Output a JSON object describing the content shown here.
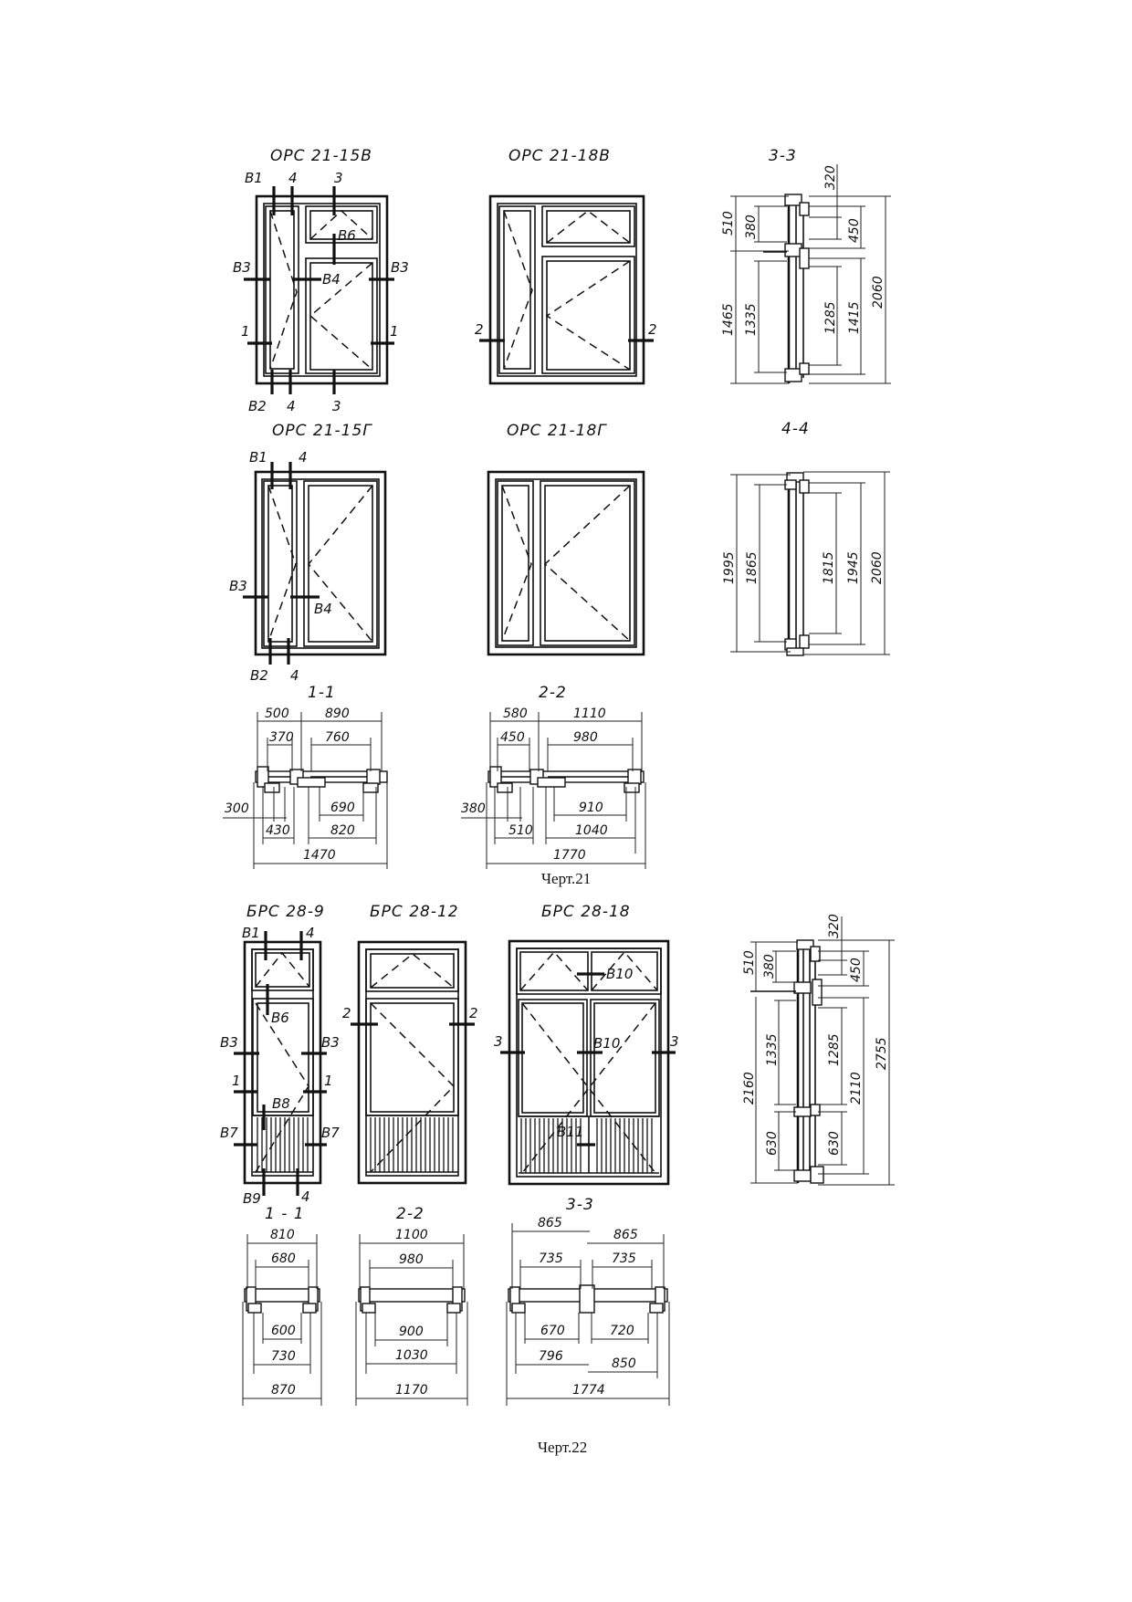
{
  "figure21": {
    "caption": "Черт.21",
    "windows": [
      {
        "id": "ops21_15v",
        "title": "ОРС 21-15В",
        "marks": [
          "В1",
          "4",
          "3",
          "В6",
          "В3",
          "В4",
          "В3",
          "1",
          "1",
          "В2",
          "4",
          "3"
        ]
      },
      {
        "id": "ops21_18v",
        "title": "ОРС 21-18В",
        "marks": [
          "2",
          "2"
        ]
      },
      {
        "id": "ops21_15g",
        "title": "ОРС 21-15Г",
        "marks": [
          "В1",
          "4",
          "В3",
          "В4",
          "В2",
          "4"
        ]
      },
      {
        "id": "ops21_18g",
        "title": "ОРС 21-18Г",
        "marks": []
      }
    ],
    "sections": {
      "s33": {
        "title": "3-3",
        "dims": {
          "d510": "510",
          "d380": "380",
          "d1465": "1465",
          "d1335": "1335",
          "d320": "320",
          "d450": "450",
          "d1285": "1285",
          "d1415": "1415",
          "d2060": "2060"
        }
      },
      "s44": {
        "title": "4-4",
        "dims": {
          "d1995": "1995",
          "d1865": "1865",
          "d1815": "1815",
          "d1945": "1945",
          "d2060": "2060"
        }
      },
      "s11": {
        "title": "1-1",
        "dims": {
          "d500": "500",
          "d890": "890",
          "d370": "370",
          "d760": "760",
          "d300": "300",
          "d690": "690",
          "d430": "430",
          "d820": "820",
          "d1470": "1470"
        }
      },
      "s22": {
        "title": "2-2",
        "dims": {
          "d580": "580",
          "d1110": "1110",
          "d450": "450",
          "d980": "980",
          "d380": "380",
          "d910": "910",
          "d510": "510",
          "d1040": "1040",
          "d1770": "1770"
        }
      }
    }
  },
  "figure22": {
    "caption": "Черт.22",
    "windows": [
      {
        "id": "brs28_9",
        "title": "БРС 28-9",
        "marks": [
          "В1",
          "4",
          "В6",
          "В3",
          "В3",
          "1",
          "1",
          "В8",
          "В7",
          "В7",
          "В9",
          "4"
        ]
      },
      {
        "id": "brs28_12",
        "title": "БРС 28-12",
        "marks": [
          "2",
          "2"
        ]
      },
      {
        "id": "brs28_18",
        "title": "БРС 28-18",
        "marks": [
          "В10",
          "3",
          "В10",
          "3",
          "В11"
        ]
      }
    ],
    "sections": {
      "vert": {
        "dims": {
          "d510": "510",
          "d380": "380",
          "d320": "320",
          "d450": "450",
          "d2160": "2160",
          "d1335": "1335",
          "d1285": "1285",
          "d2110": "2110",
          "d2755": "2755",
          "d630a": "630",
          "d630b": "630"
        }
      },
      "s11": {
        "title": "1 - 1",
        "dims": {
          "d810": "810",
          "d680": "680",
          "d600": "600",
          "d730": "730",
          "d870": "870"
        }
      },
      "s22": {
        "title": "2-2",
        "dims": {
          "d1100": "1100",
          "d980": "980",
          "d900": "900",
          "d1030": "1030",
          "d1170": "1170"
        }
      },
      "s33": {
        "title": "3-3",
        "dims": {
          "d865a": "865",
          "d865b": "865",
          "d735a": "735",
          "d735b": "735",
          "d670": "670",
          "d720": "720",
          "d796": "796",
          "d850": "850",
          "d1774": "1774"
        }
      }
    }
  }
}
